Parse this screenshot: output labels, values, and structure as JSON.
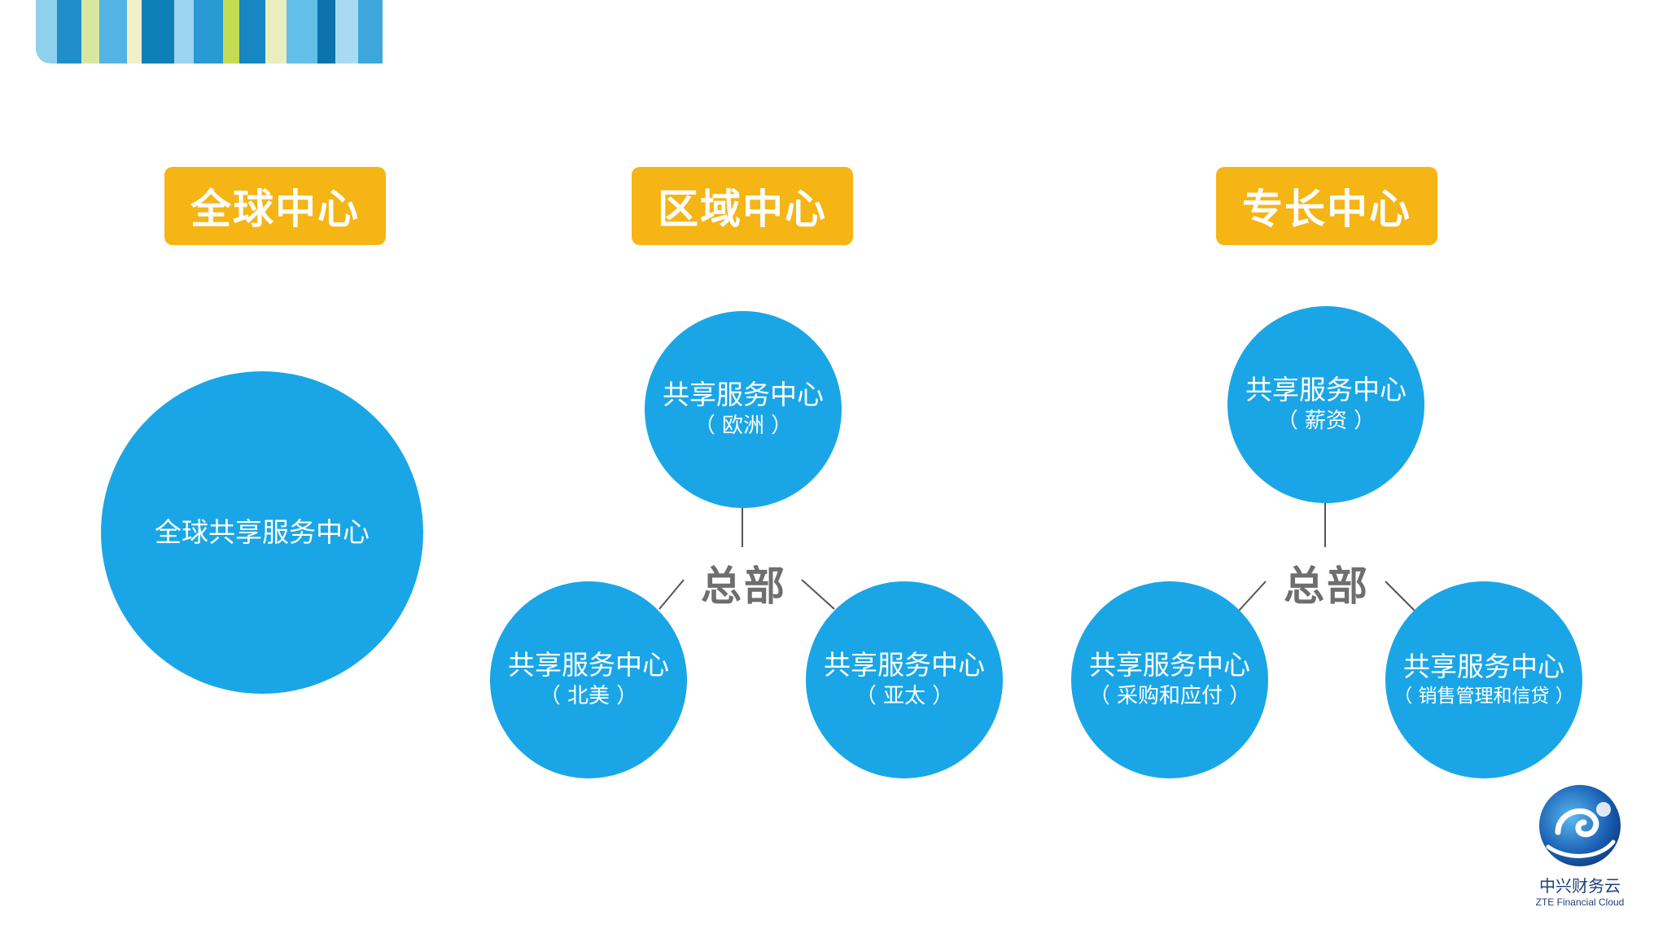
{
  "columns": [
    {
      "title": "全球中心"
    },
    {
      "title": "区域中心"
    },
    {
      "title": "专长中心"
    }
  ],
  "global_center": {
    "label": "全球共享服务中心"
  },
  "regional": {
    "hub": "总部",
    "nodes": [
      {
        "name": "共享服务中心",
        "sub": "（ 欧洲 ）"
      },
      {
        "name": "共享服务中心",
        "sub": "（ 北美 ）"
      },
      {
        "name": "共享服务中心",
        "sub": "（ 亚太 ）"
      }
    ]
  },
  "expertise": {
    "hub": "总部",
    "nodes": [
      {
        "name": "共享服务中心",
        "sub": "（ 薪资 ）"
      },
      {
        "name": "共享服务中心",
        "sub": "（ 采购和应付 ）"
      },
      {
        "name": "共享服务中心",
        "sub": "（ 销售管理和信贷 ）"
      }
    ]
  },
  "logo": {
    "name_cn": "中兴财务云",
    "name_en": "ZTE Financial Cloud"
  },
  "colors": {
    "title_bg": "#f5b515",
    "circle": "#1aa6e6",
    "hub_text": "#6e6e6e",
    "stripes": [
      "#8fd0ee",
      "#1f8ec9",
      "#d9e6a0",
      "#53b4e3",
      "#f3efc6",
      "#0f7fb8",
      "#9bd3f0",
      "#2a9ad4",
      "#c4dc52",
      "#1786c2",
      "#e8eec0",
      "#61bfe8",
      "#0d74ab",
      "#a8dbf2",
      "#3da7dc"
    ]
  }
}
